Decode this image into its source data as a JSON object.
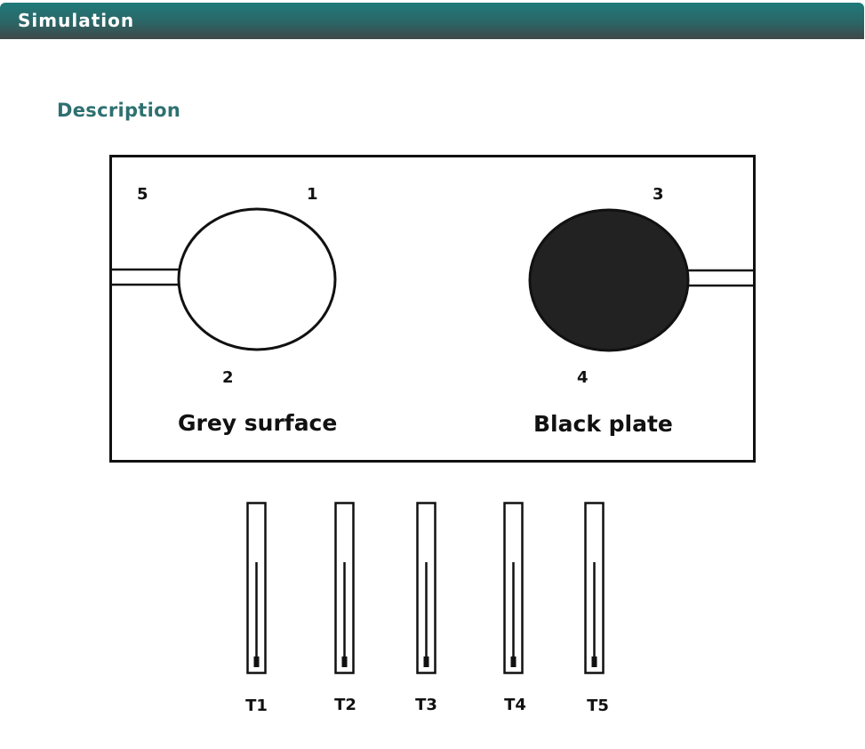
{
  "header": {
    "title": "Simulation"
  },
  "section": {
    "title": "Description"
  },
  "diagram": {
    "point_labels": [
      "5",
      "1",
      "2",
      "3",
      "4"
    ],
    "surfaces": [
      {
        "label": "Grey surface",
        "fill": "#ffffff"
      },
      {
        "label": "Black plate",
        "fill": "#222222"
      }
    ],
    "thermometers": [
      "T1",
      "T2",
      "T3",
      "T4",
      "T5"
    ]
  },
  "colors": {
    "header_gradient_top": "#1f7a7a",
    "header_gradient_bottom": "#3f4848",
    "section_title": "#2f7070",
    "stroke": "#111111",
    "black_plate": "#222222"
  }
}
